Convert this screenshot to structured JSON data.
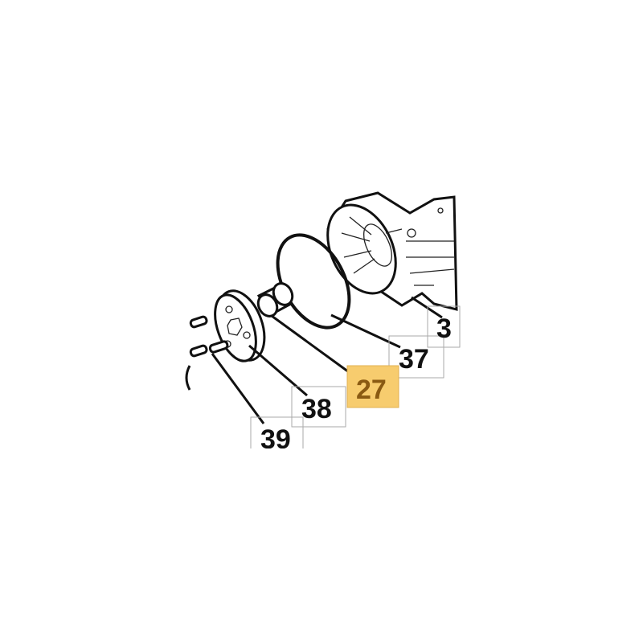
{
  "diagram": {
    "callouts": [
      {
        "label": "3",
        "highlighted": false
      },
      {
        "label": "37",
        "highlighted": false
      },
      {
        "label": "27",
        "highlighted": true
      },
      {
        "label": "38",
        "highlighted": false
      },
      {
        "label": "39",
        "highlighted": false
      }
    ],
    "highlight_color": "#f7cc6e",
    "highlight_text_color": "#8a5a12"
  }
}
